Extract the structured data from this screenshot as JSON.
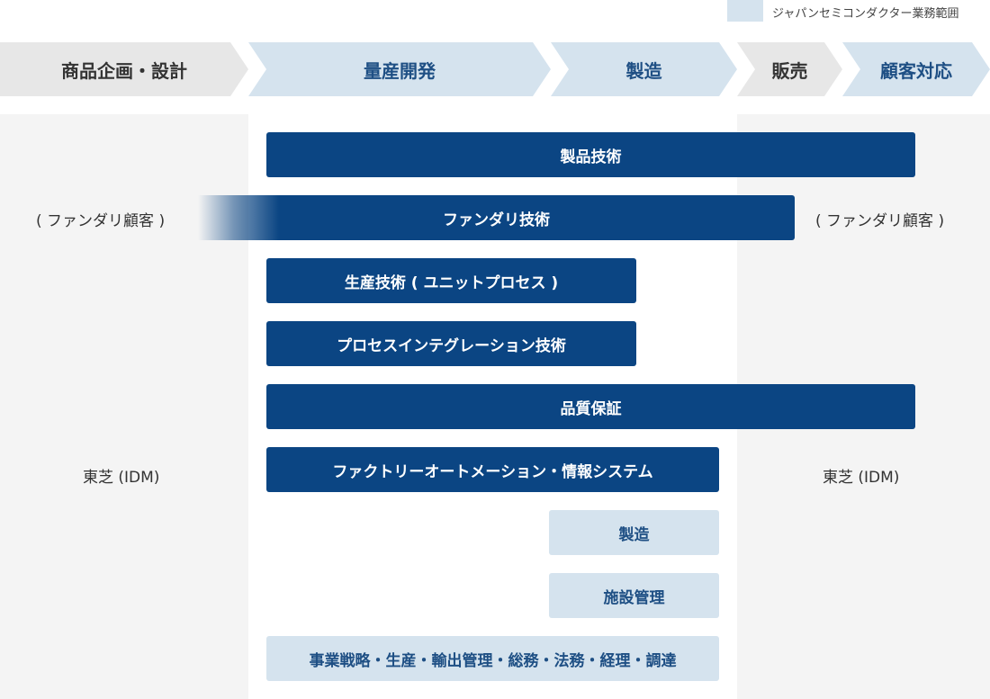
{
  "legend": {
    "label": "ジャパンセミコンダクター業務範囲",
    "color": "#d5e3ee"
  },
  "stages": [
    {
      "label": "商品企画・設計",
      "highlighted": false
    },
    {
      "label": "量産開発",
      "highlighted": true
    },
    {
      "label": "製造",
      "highlighted": true
    },
    {
      "label": "販売",
      "highlighted": false
    },
    {
      "label": "顧客対応",
      "highlighted": true
    }
  ],
  "bars": {
    "product_tech": "製品技術",
    "foundry_tech": "ファンダリ技術",
    "production_tech": "生産技術 ( ユニットプロセス )",
    "process_integration": "プロセスインテグレーション技術",
    "quality_assurance": "品質保証",
    "factory_automation": "ファクトリーオートメーション・情報システム",
    "manufacturing": "製造",
    "facility_management": "施設管理",
    "business_admin": "事業戦略・生産・輸出管理・総務・法務・経理・調達"
  },
  "side_labels": {
    "foundry_customer_left": "( ファンダリ顧客 )",
    "foundry_customer_right": "( ファンダリ顧客 )",
    "toshiba_left": "東芝 (IDM)",
    "toshiba_right": "東芝 (IDM)"
  },
  "colors": {
    "dark_bar": "#0b4583",
    "light_bar": "#d5e3ee",
    "gray_stage": "#e7e7e7",
    "column_bg": "#f4f4f4"
  }
}
